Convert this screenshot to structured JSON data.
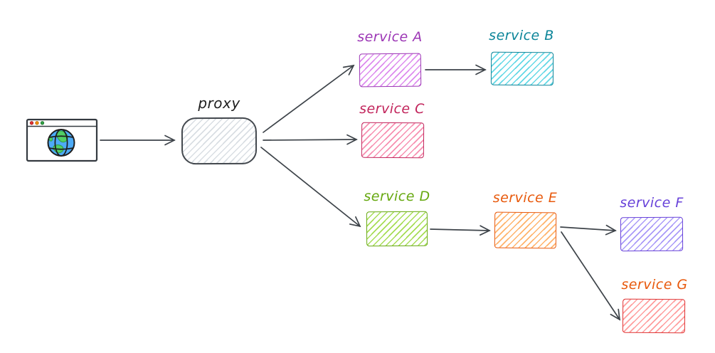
{
  "background": "#ffffff",
  "arrow_color": "#3d4349",
  "nodes": {
    "browser": {
      "icon": "browser-globe-icon",
      "window_stroke": "#343a40",
      "dot_colors": [
        "#e03131",
        "#f08c00",
        "#2f9e44"
      ],
      "globe_color": "#4dabf7",
      "land_color": "#51cf66"
    },
    "proxy": {
      "label": "proxy",
      "label_color": "#1e1e1e",
      "stroke": "#43484e",
      "hatch": "#d9dee3"
    },
    "serviceA": {
      "label": "service A",
      "label_color": "#9c36b5",
      "stroke": "#9c36b5",
      "hatch": "#dd8bee"
    },
    "serviceB": {
      "label": "service B",
      "label_color": "#0c8599",
      "stroke": "#0c8599",
      "hatch": "#63d8e6"
    },
    "serviceC": {
      "label": "service C",
      "label_color": "#c2255c",
      "stroke": "#c2255c",
      "hatch": "#f78fb0"
    },
    "serviceD": {
      "label": "service D",
      "label_color": "#66a80f",
      "stroke": "#66a80f",
      "hatch": "#a6dd55"
    },
    "serviceE": {
      "label": "service E",
      "label_color": "#e8590c",
      "stroke": "#e8590c",
      "hatch": "#ffb36b"
    },
    "serviceF": {
      "label": "service F",
      "label_color": "#6741d9",
      "stroke": "#6741d9",
      "hatch": "#a99af8"
    },
    "serviceG": {
      "label": "service G",
      "label_color": "#e8590c",
      "stroke": "#e03131",
      "hatch": "#ff9d9d"
    }
  },
  "edges": [
    {
      "from": "browser",
      "to": "proxy"
    },
    {
      "from": "proxy",
      "to": "serviceA"
    },
    {
      "from": "proxy",
      "to": "serviceC"
    },
    {
      "from": "proxy",
      "to": "serviceD"
    },
    {
      "from": "serviceA",
      "to": "serviceB"
    },
    {
      "from": "serviceD",
      "to": "serviceE"
    },
    {
      "from": "serviceE",
      "to": "serviceF"
    },
    {
      "from": "serviceE",
      "to": "serviceG"
    }
  ]
}
